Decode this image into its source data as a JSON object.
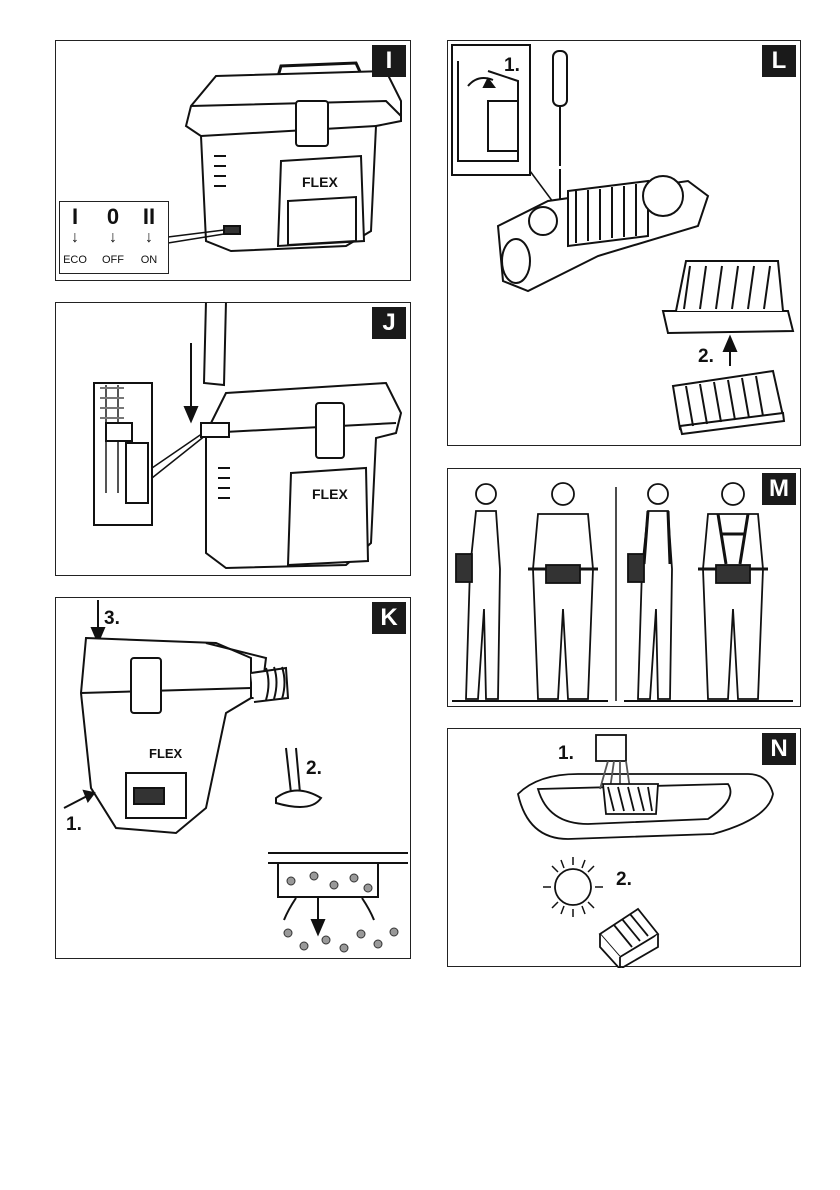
{
  "panels": {
    "I": {
      "badge": "I",
      "switch": {
        "positions": [
          {
            "symbol": "I",
            "label": "ECO"
          },
          {
            "symbol": "0",
            "label": "OFF"
          },
          {
            "symbol": "II",
            "label": "ON"
          }
        ]
      },
      "brand": "FLEX"
    },
    "J": {
      "badge": "J",
      "brand": "FLEX"
    },
    "K": {
      "badge": "K",
      "brand": "FLEX",
      "steps": [
        "1.",
        "2.",
        "3."
      ]
    },
    "L": {
      "badge": "L",
      "steps": [
        "1.",
        "2."
      ]
    },
    "M": {
      "badge": "M"
    },
    "N": {
      "badge": "N",
      "steps": [
        "1.",
        "2."
      ]
    }
  },
  "colors": {
    "line": "#1a1a1a",
    "badge_bg": "#1a1a1a",
    "badge_fg": "#ffffff",
    "gray": "#888888"
  }
}
